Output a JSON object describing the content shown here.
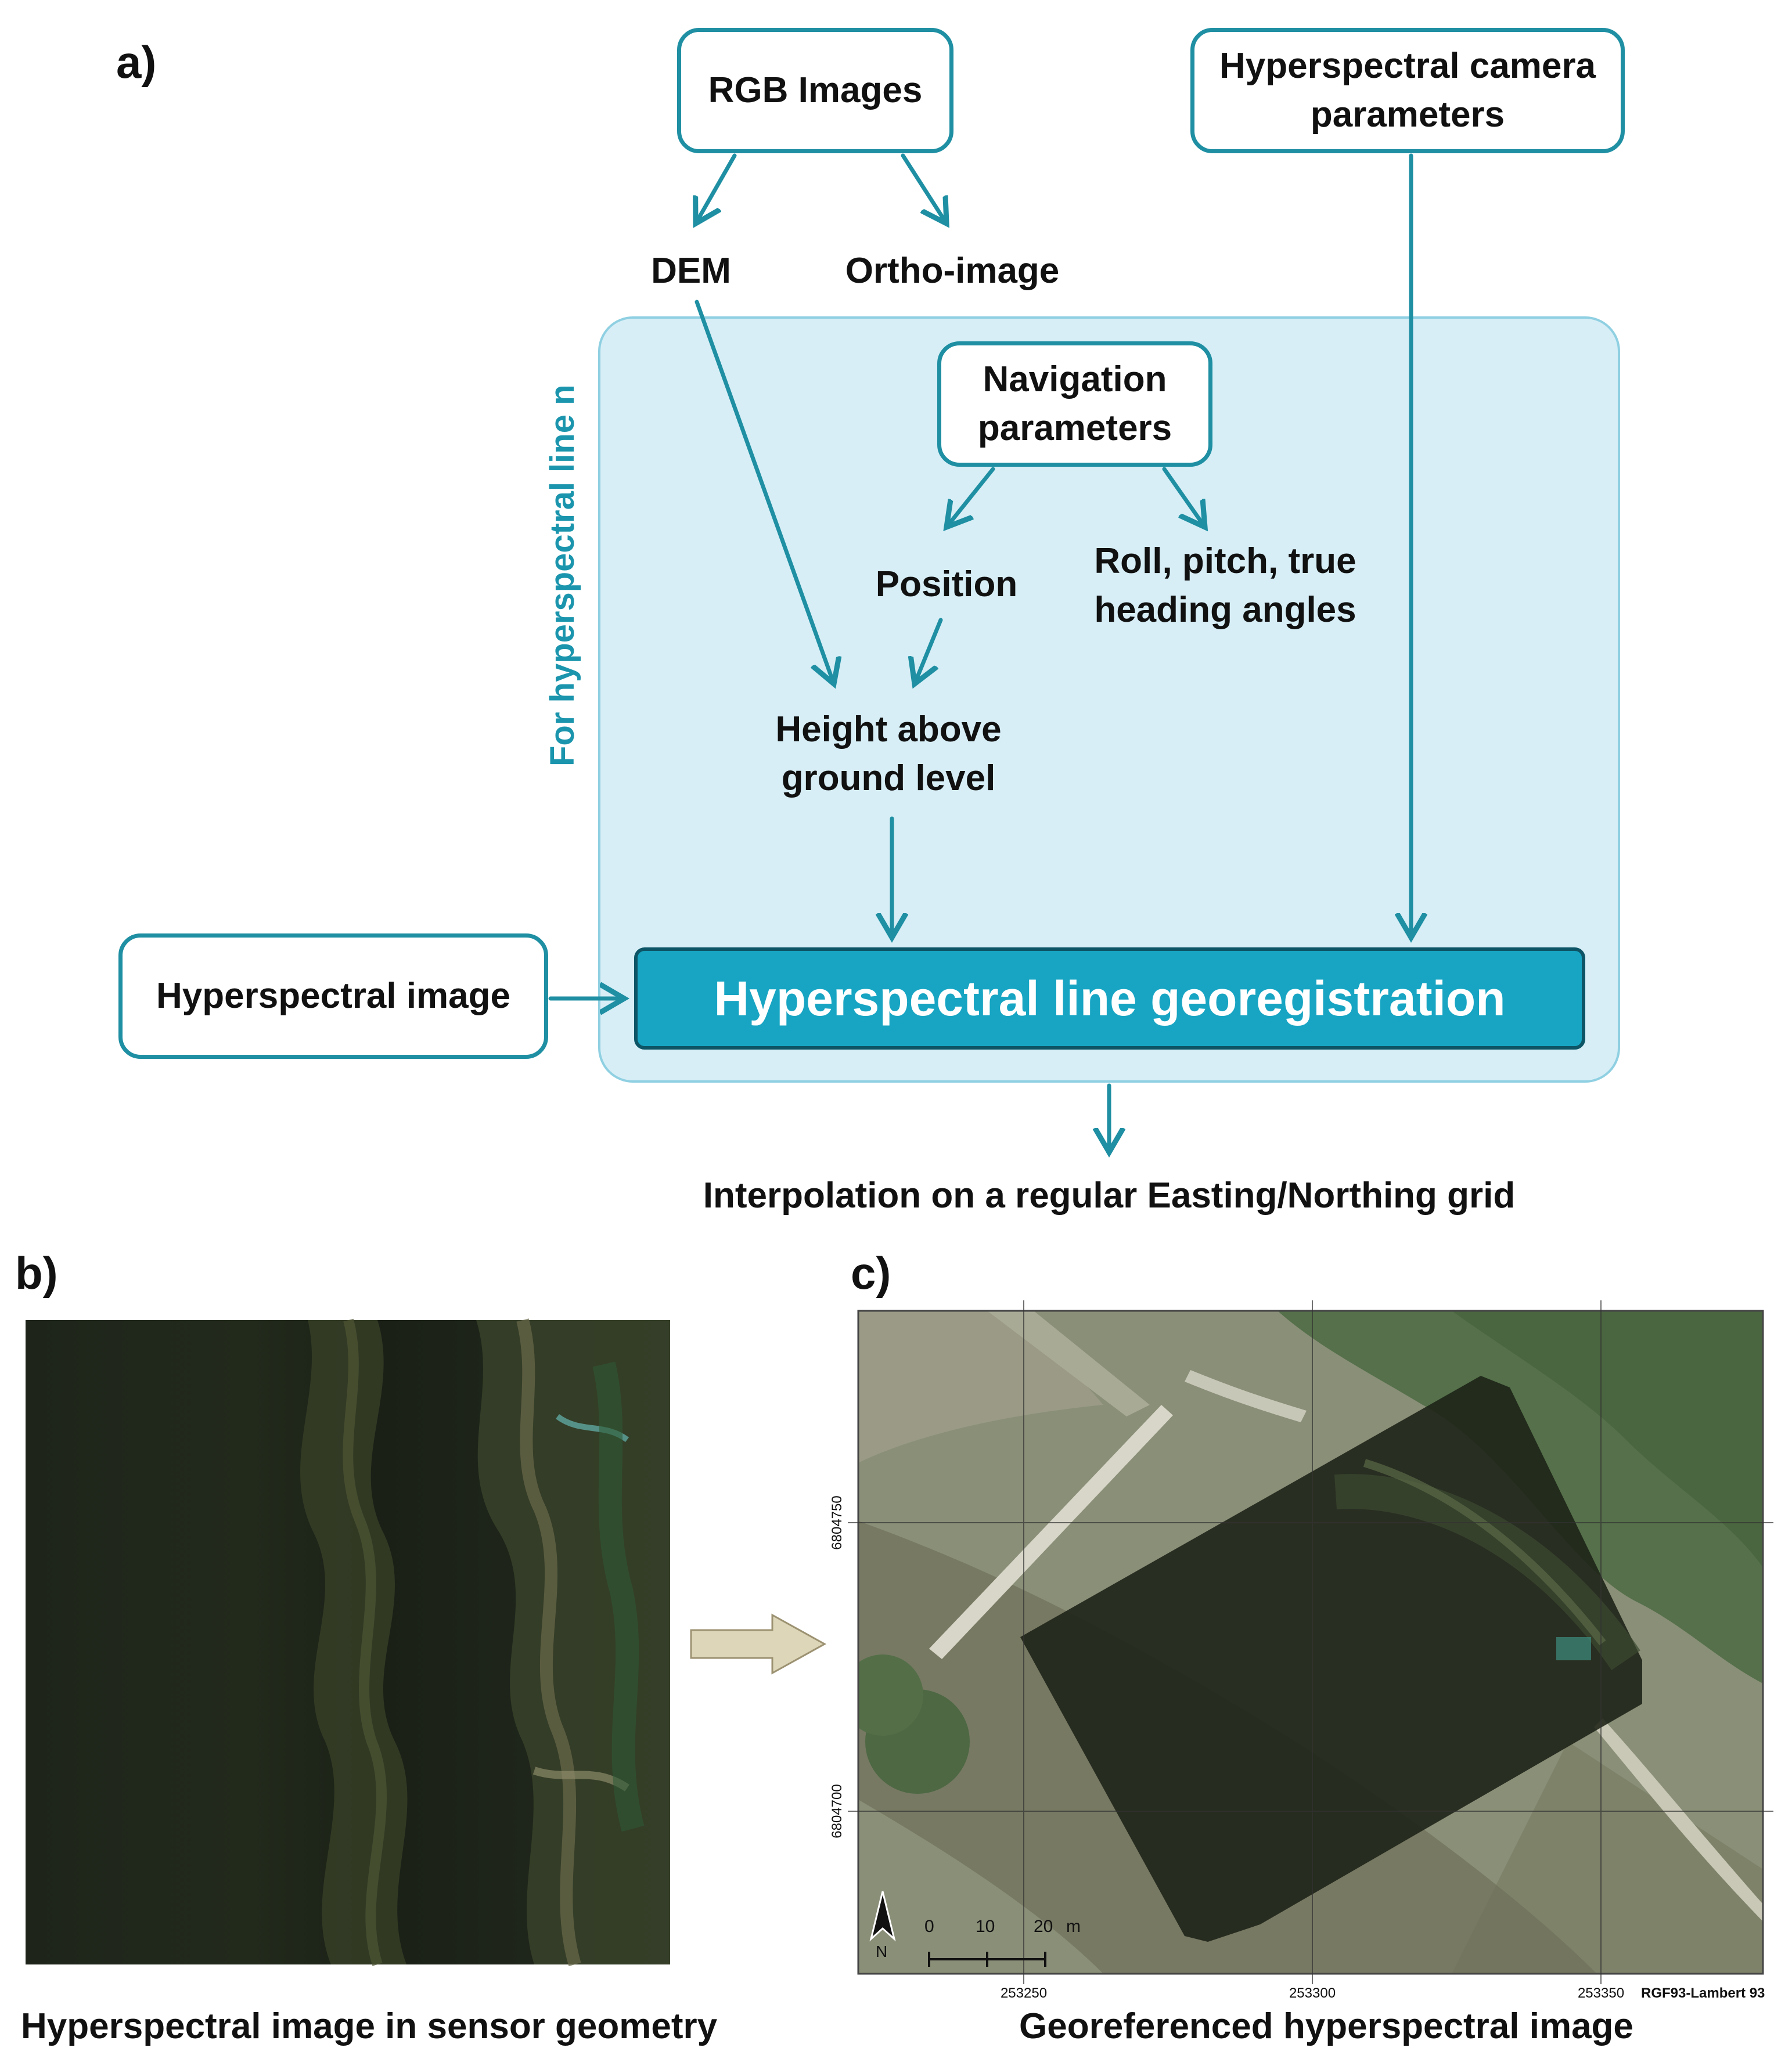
{
  "panel_a": {
    "label": "a)",
    "rgb_images": "RGB Images",
    "dem": "DEM",
    "ortho_image": "Ortho-image",
    "camera_params_line1": "Hyperspectral camera",
    "camera_params_line2": "parameters",
    "loop_label": "For hyperspectral line n",
    "nav_params_line1": "Navigation",
    "nav_params_line2": "parameters",
    "position": "Position",
    "angles_line1": "Roll, pitch, true",
    "angles_line2": "heading angles",
    "height_line1": "Height above",
    "height_line2": "ground level",
    "hyperspectral_image": "Hyperspectral image",
    "georegistration": "Hyperspectral line georegistration",
    "interpolation": "Interpolation on a regular Easting/Northing grid"
  },
  "panel_b": {
    "label": "b)",
    "caption": "Hyperspectral image in sensor geometry"
  },
  "panel_c": {
    "label": "c)",
    "caption": "Georeferenced hyperspectral image",
    "northing_ticks": [
      "6804750",
      "6804700"
    ],
    "easting_ticks": [
      "253250",
      "253300",
      "253350"
    ],
    "crs": "RGF93-Lambert 93",
    "north_letter": "N",
    "scale_labels": [
      "0",
      "10",
      "20"
    ],
    "scale_unit": "m"
  },
  "colors": {
    "accent": "#1f8fa3",
    "loop_fill": "#d7eef6",
    "georeg_fill": "#17a5c3",
    "process_arrow": "#ddd6b8"
  }
}
